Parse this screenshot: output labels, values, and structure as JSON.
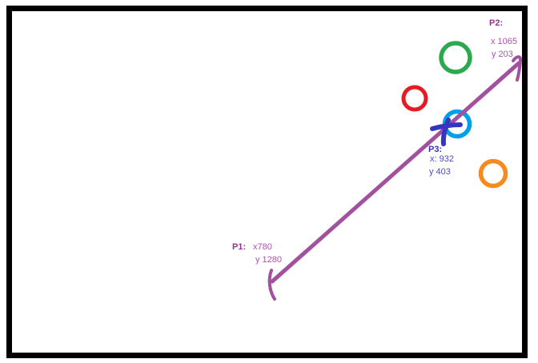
{
  "canvas": {
    "background": "#ffffff",
    "frame_color": "#000000"
  },
  "colors": {
    "line": "#A1519E",
    "x_mark": "#3535C0",
    "circle_green": "#2BA94C",
    "circle_red": "#E51C23",
    "circle_cyan": "#00A0E9",
    "circle_orange": "#F68A1F",
    "purple_label": "#8B3A8B",
    "purple_value": "#A756A7",
    "blue_label": "#3535B2",
    "blue_value": "#4A4AD4"
  },
  "points": {
    "p1": {
      "label": "P1:",
      "x_value": "x780",
      "y_value": "y 1280"
    },
    "p2": {
      "label": "P2:",
      "x_value": "x 1065",
      "y_value": "y 203"
    },
    "p3": {
      "label": "P3:",
      "x_value": "x: 932",
      "y_value": "y 403"
    }
  }
}
